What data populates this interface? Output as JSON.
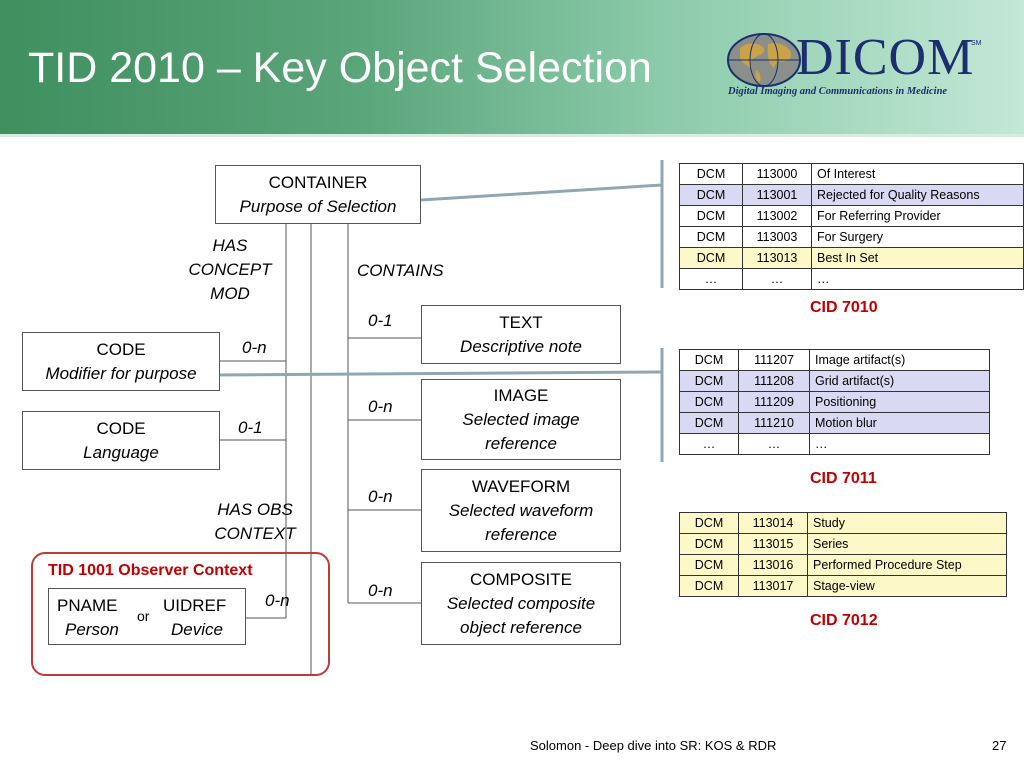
{
  "title": "TID 2010 – Key Object Selection",
  "logo": {
    "name": "DICOM",
    "mark": "SM",
    "subtitle": "Digital Imaging and Communications in Medicine"
  },
  "nodes": {
    "container": {
      "line1": "CONTAINER",
      "line2": "Purpose of Selection"
    },
    "code_purpose": {
      "line1": "CODE",
      "line2": "Modifier for purpose"
    },
    "code_language": {
      "line1": "CODE",
      "line2": "Language"
    },
    "text": {
      "line1": "TEXT",
      "line2": "Descriptive note"
    },
    "image": {
      "line1": "IMAGE",
      "line2": "Selected image",
      "line3": "reference"
    },
    "waveform": {
      "line1": "WAVEFORM",
      "line2": "Selected waveform",
      "line3": "reference"
    },
    "composite": {
      "line1": "COMPOSITE",
      "line2": "Selected composite",
      "line3": "object reference"
    },
    "pname": {
      "line1": "PNAME",
      "line2": "Person"
    },
    "uidref": {
      "line1": "UIDREF",
      "line2": "Device"
    },
    "or": "or"
  },
  "relations": {
    "has_concept_mod": [
      "HAS",
      "CONCEPT",
      "MOD"
    ],
    "contains": "CONTAINS",
    "has_obs_context": [
      "HAS OBS",
      "CONTEXT"
    ]
  },
  "cardinality": {
    "code_purpose": "0-n",
    "code_language": "0-1",
    "text": "0-1",
    "image": "0-n",
    "waveform": "0-n",
    "composite": "0-n",
    "observer": "0-n"
  },
  "observer_context": "TID 1001 Observer Context",
  "tables": [
    {
      "label": "CID 7010",
      "rows": [
        {
          "scheme": "DCM",
          "code": "113000",
          "meaning": "Of Interest",
          "shade": "white"
        },
        {
          "scheme": "DCM",
          "code": "113001",
          "meaning": "Rejected for Quality Reasons",
          "shade": "lavender"
        },
        {
          "scheme": "DCM",
          "code": "113002",
          "meaning": "For Referring Provider",
          "shade": "white"
        },
        {
          "scheme": "DCM",
          "code": "113003",
          "meaning": "For Surgery",
          "shade": "white"
        },
        {
          "scheme": "DCM",
          "code": "113013",
          "meaning": "Best In Set",
          "shade": "yellow"
        },
        {
          "scheme": "…",
          "code": "…",
          "meaning": "…",
          "shade": "white"
        }
      ]
    },
    {
      "label": "CID 7011",
      "rows": [
        {
          "scheme": "DCM",
          "code": "111207",
          "meaning": "Image artifact(s)",
          "shade": "white"
        },
        {
          "scheme": "DCM",
          "code": "111208",
          "meaning": "Grid artifact(s)",
          "shade": "lavender"
        },
        {
          "scheme": "DCM",
          "code": "111209",
          "meaning": "Positioning",
          "shade": "lavender"
        },
        {
          "scheme": "DCM",
          "code": "111210",
          "meaning": "Motion blur",
          "shade": "lavender"
        },
        {
          "scheme": "…",
          "code": "…",
          "meaning": "…",
          "shade": "white"
        }
      ]
    },
    {
      "label": "CID 7012",
      "rows": [
        {
          "scheme": "DCM",
          "code": "113014",
          "meaning": "Study",
          "shade": "yellow"
        },
        {
          "scheme": "DCM",
          "code": "113015",
          "meaning": "Series",
          "shade": "yellow"
        },
        {
          "scheme": "DCM",
          "code": "113016",
          "meaning": "Performed Procedure Step",
          "shade": "yellow"
        },
        {
          "scheme": "DCM",
          "code": "113017",
          "meaning": "Stage-view",
          "shade": "yellow"
        }
      ]
    }
  ],
  "shades": {
    "white": "#ffffff",
    "lavender": "#d9d9f3",
    "yellow": "#fdf8c8"
  },
  "colors": {
    "accent_red": "#c00000",
    "connector": "#8fa7b0",
    "dicom_blue": "#1b2f6e"
  },
  "footer": {
    "text": "Solomon - Deep dive into SR: KOS & RDR",
    "page": "27"
  }
}
